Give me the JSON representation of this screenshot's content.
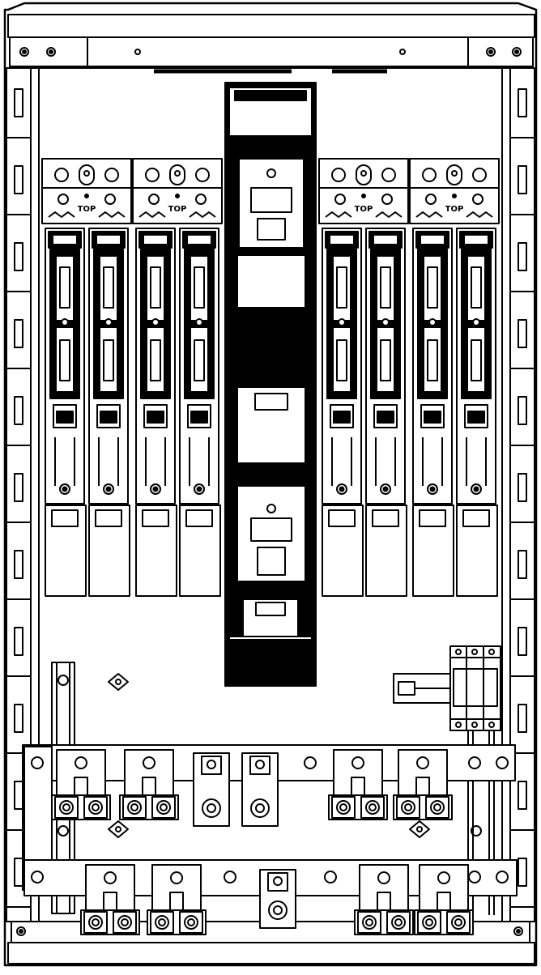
{
  "diagram": {
    "kind": "electrical distribution cabinet line drawing",
    "colors": {
      "stroke": "#000000",
      "fill": "#ffffff",
      "solid": "#000000"
    },
    "fuse_base_label": "TOP",
    "fuse_bases": {
      "count": 4,
      "poles_per_base": 2
    },
    "central_switch_disconnector": {
      "count": 1
    },
    "busbars": {
      "count": 2
    },
    "terminal_lugs": {
      "upper_row": 6,
      "lower_row": 5
    }
  }
}
